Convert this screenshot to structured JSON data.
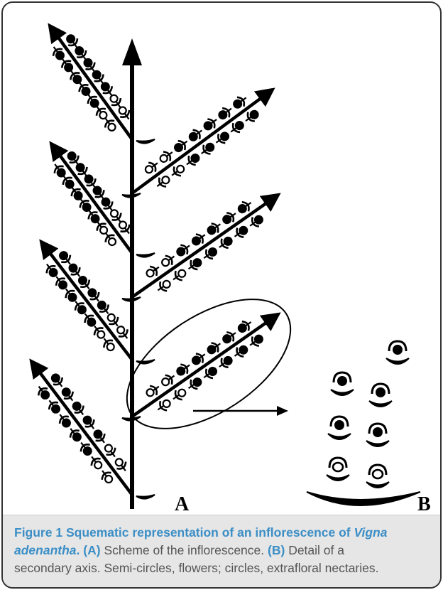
{
  "figure": {
    "panel_a_label": "A",
    "panel_b_label": "B"
  },
  "caption": {
    "figure_label": "Figure 1",
    "title_prefix": "Squematic representation of an inflorescence of ",
    "species_line1": "Vigna",
    "species_line2": "adenantha",
    "period": ".",
    "a_label": "(A)",
    "a_text": "Scheme of the inflorescence.",
    "b_label": "(B)",
    "b_text_line1": "Detail of a",
    "b_text_line2": "secondary axis. Semi-circles, flowers; circles, extrafloral nectaries."
  },
  "colors": {
    "ink": "#000000",
    "caption_background": "#e6e6e6",
    "caption_accent": "#3b8ec6"
  }
}
